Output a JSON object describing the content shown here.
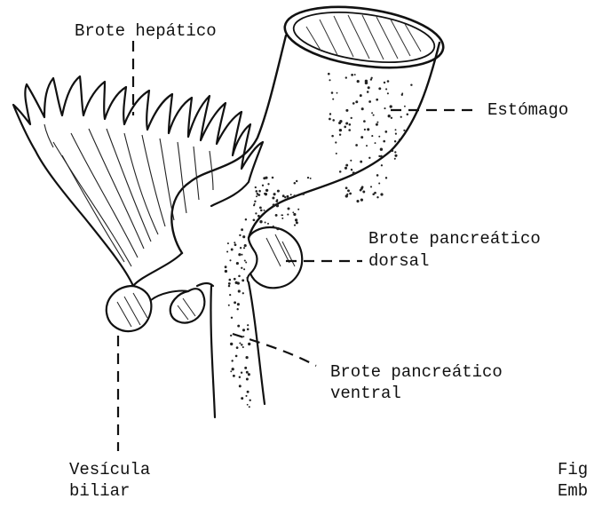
{
  "labels": {
    "liver_bud": "Brote hepático",
    "stomach": "Estómago",
    "dorsal_pancreas_line1": "Brote pancreático",
    "dorsal_pancreas_line2": "dorsal",
    "ventral_pancreas_line1": "Brote pancreático",
    "ventral_pancreas_line2": "ventral",
    "gallbladder_line1": "Vesícula",
    "gallbladder_line2": "biliar",
    "figure_caption_line1": "Fig",
    "figure_caption_line2": "Emb"
  },
  "colors": {
    "ink": "#111111",
    "background": "#ffffff"
  }
}
